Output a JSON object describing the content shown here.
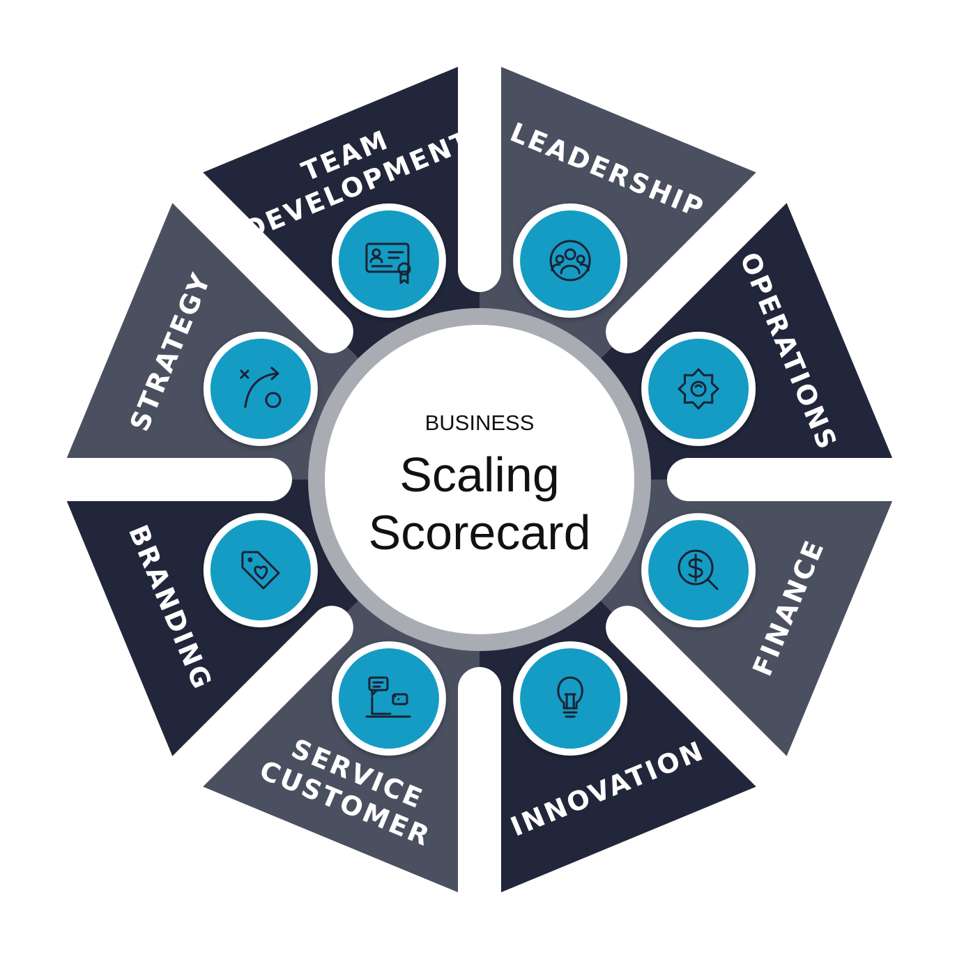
{
  "center": {
    "subtitle": "BUSINESS",
    "title_line1": "Scaling",
    "title_line2": "Scorecard"
  },
  "colors": {
    "dark": "#22263a",
    "slate": "#4b5060",
    "icon_fill": "#149cc4",
    "ring": "#a9acb3",
    "background": "#ffffff"
  },
  "segments": [
    {
      "id": "leadership",
      "lines": [
        "LEADERSHIP"
      ],
      "icon": "team-group-icon",
      "shade": "slate"
    },
    {
      "id": "operations",
      "lines": [
        "OPERATIONS"
      ],
      "icon": "gear-icon",
      "shade": "dark"
    },
    {
      "id": "finance",
      "lines": [
        "FINANCE"
      ],
      "icon": "dollar-search-icon",
      "shade": "slate"
    },
    {
      "id": "innovation",
      "lines": [
        "INNOVATION"
      ],
      "icon": "lightbulb-icon",
      "shade": "dark"
    },
    {
      "id": "customer-service",
      "lines": [
        "CUSTOMER",
        "SERVICE"
      ],
      "icon": "laptop-chat-icon",
      "shade": "slate"
    },
    {
      "id": "branding",
      "lines": [
        "BRANDING"
      ],
      "icon": "tag-heart-icon",
      "shade": "dark"
    },
    {
      "id": "strategy",
      "lines": [
        "STRATEGY"
      ],
      "icon": "strategy-play-icon",
      "shade": "slate"
    },
    {
      "id": "team-development",
      "lines": [
        "TEAM",
        "DEVELOPMENT"
      ],
      "icon": "certificate-icon",
      "shade": "dark"
    }
  ]
}
